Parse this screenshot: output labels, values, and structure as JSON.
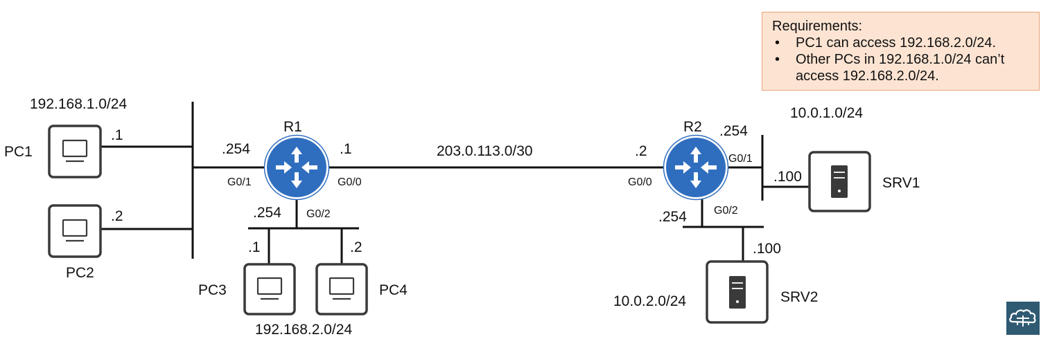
{
  "requirements": {
    "title": "Requirements:",
    "items": [
      "PC1 can access 192.168.2.0/24.",
      "Other PCs in 192.168.1.0/24 can’t access 192.168.2.0/24."
    ]
  },
  "networks": {
    "lan1": "192.168.1.0/24",
    "lan2": "192.168.2.0/24",
    "wan": "203.0.113.0/30",
    "srv_lan1": "10.0.1.0/24",
    "srv_lan2": "10.0.2.0/24"
  },
  "devices": {
    "pc1": "PC1",
    "pc2": "PC2",
    "pc3": "PC3",
    "pc4": "PC4",
    "r1": "R1",
    "r2": "R2",
    "srv1": "SRV1",
    "srv2": "SRV2"
  },
  "hosts": {
    "pc1": ".1",
    "pc2": ".2",
    "pc3": ".1",
    "pc4": ".2",
    "srv1": ".100",
    "srv2": ".100"
  },
  "r1": {
    "g0_1_ip": ".254",
    "g0_1_name": "G0/1",
    "g0_0_ip": ".1",
    "g0_0_name": "G0/0",
    "g0_2_ip": ".254",
    "g0_2_name": "G0/2"
  },
  "r2": {
    "g0_0_ip": ".2",
    "g0_0_name": "G0/0",
    "g0_1_ip": ".254",
    "g0_1_name": "G0/1",
    "g0_2_ip": ".254",
    "g0_2_name": "G0/2"
  },
  "colors": {
    "router": "#2f6ebf",
    "note_bg": "#fde4d2",
    "logo_bg": "#2f5a72"
  },
  "icons": {
    "pc": "pc-icon",
    "router": "router-icon",
    "server": "server-icon",
    "logo": "cloud-network-icon"
  }
}
